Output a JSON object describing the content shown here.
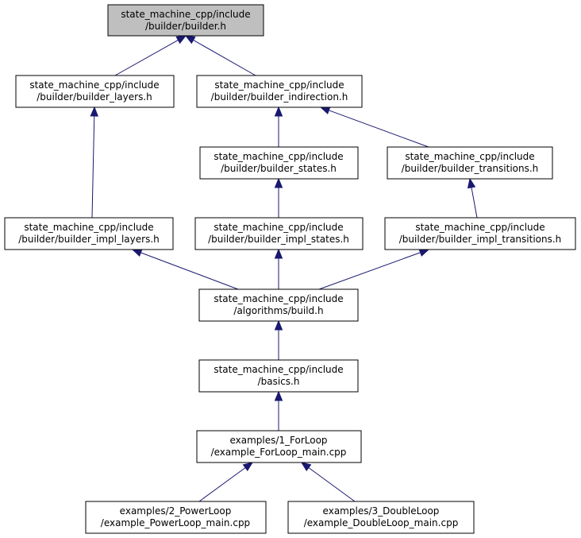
{
  "graph": {
    "nodes": [
      {
        "id": "n0",
        "line1": "state_machine_cpp/include",
        "line2": "/builder/builder.h",
        "current": true
      },
      {
        "id": "n1",
        "line1": "state_machine_cpp/include",
        "line2": "/builder/builder_layers.h"
      },
      {
        "id": "n2",
        "line1": "state_machine_cpp/include",
        "line2": "/builder/builder_indirection.h"
      },
      {
        "id": "n3",
        "line1": "state_machine_cpp/include",
        "line2": "/builder/builder_states.h"
      },
      {
        "id": "n4",
        "line1": "state_machine_cpp/include",
        "line2": "/builder/builder_transitions.h"
      },
      {
        "id": "n5",
        "line1": "state_machine_cpp/include",
        "line2": "/builder/builder_impl_layers.h"
      },
      {
        "id": "n6",
        "line1": "state_machine_cpp/include",
        "line2": "/builder/builder_impl_states.h"
      },
      {
        "id": "n7",
        "line1": "state_machine_cpp/include",
        "line2": "/builder/builder_impl_transitions.h"
      },
      {
        "id": "n8",
        "line1": "state_machine_cpp/include",
        "line2": "/algorithms/build.h"
      },
      {
        "id": "n9",
        "line1": "state_machine_cpp/include",
        "line2": "/basics.h"
      },
      {
        "id": "n10",
        "line1": "examples/1_ForLoop",
        "line2": "/example_ForLoop_main.cpp"
      },
      {
        "id": "n11",
        "line1": "examples/2_PowerLoop",
        "line2": "/example_PowerLoop_main.cpp"
      },
      {
        "id": "n12",
        "line1": "examples/3_DoubleLoop",
        "line2": "/example_DoubleLoop_main.cpp"
      }
    ],
    "edges": [
      {
        "from": "n1",
        "to": "n0"
      },
      {
        "from": "n2",
        "to": "n0"
      },
      {
        "from": "n5",
        "to": "n1"
      },
      {
        "from": "n3",
        "to": "n2"
      },
      {
        "from": "n4",
        "to": "n2"
      },
      {
        "from": "n6",
        "to": "n3"
      },
      {
        "from": "n7",
        "to": "n4"
      },
      {
        "from": "n8",
        "to": "n5"
      },
      {
        "from": "n8",
        "to": "n6"
      },
      {
        "from": "n8",
        "to": "n7"
      },
      {
        "from": "n9",
        "to": "n8"
      },
      {
        "from": "n10",
        "to": "n9"
      },
      {
        "from": "n11",
        "to": "n10"
      },
      {
        "from": "n12",
        "to": "n10"
      }
    ],
    "colors": {
      "edge": "#191970",
      "node_border": "#000000",
      "node_fill": "#ffffff",
      "current_node_fill": "#bfbfbf"
    }
  }
}
